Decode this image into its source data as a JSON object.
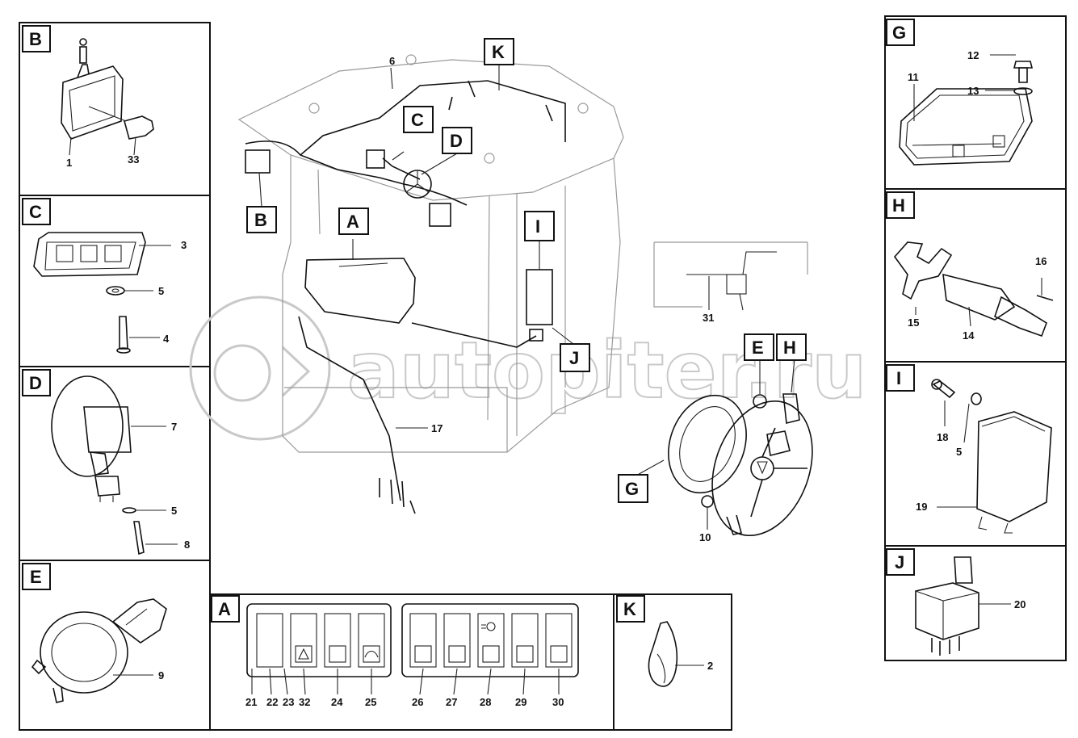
{
  "diagram": {
    "panel_labels": {
      "A": "A",
      "B": "B",
      "C": "C",
      "D": "D",
      "E": "E",
      "G": "G",
      "H": "H",
      "I": "I",
      "J": "J",
      "K": "K"
    },
    "callouts": {
      "n1": "1",
      "n33": "33",
      "n3": "3",
      "n5c": "5",
      "n4": "4",
      "n7": "7",
      "n5d": "5",
      "n8": "8",
      "n9": "9",
      "n12": "12",
      "n13": "13",
      "n11": "11",
      "n16": "16",
      "n15": "15",
      "n14": "14",
      "n18": "18",
      "n5i": "5",
      "n19": "19",
      "n20": "20",
      "n6": "6",
      "n17": "17",
      "n31": "31",
      "n10": "10",
      "n2": "2",
      "n21": "21",
      "n22": "22",
      "n23": "23",
      "n32": "32",
      "n24": "24",
      "n25": "25",
      "n26": "26",
      "n27": "27",
      "n28": "28",
      "n29": "29",
      "n30": "30"
    },
    "watermark": "autopiter.ru"
  }
}
